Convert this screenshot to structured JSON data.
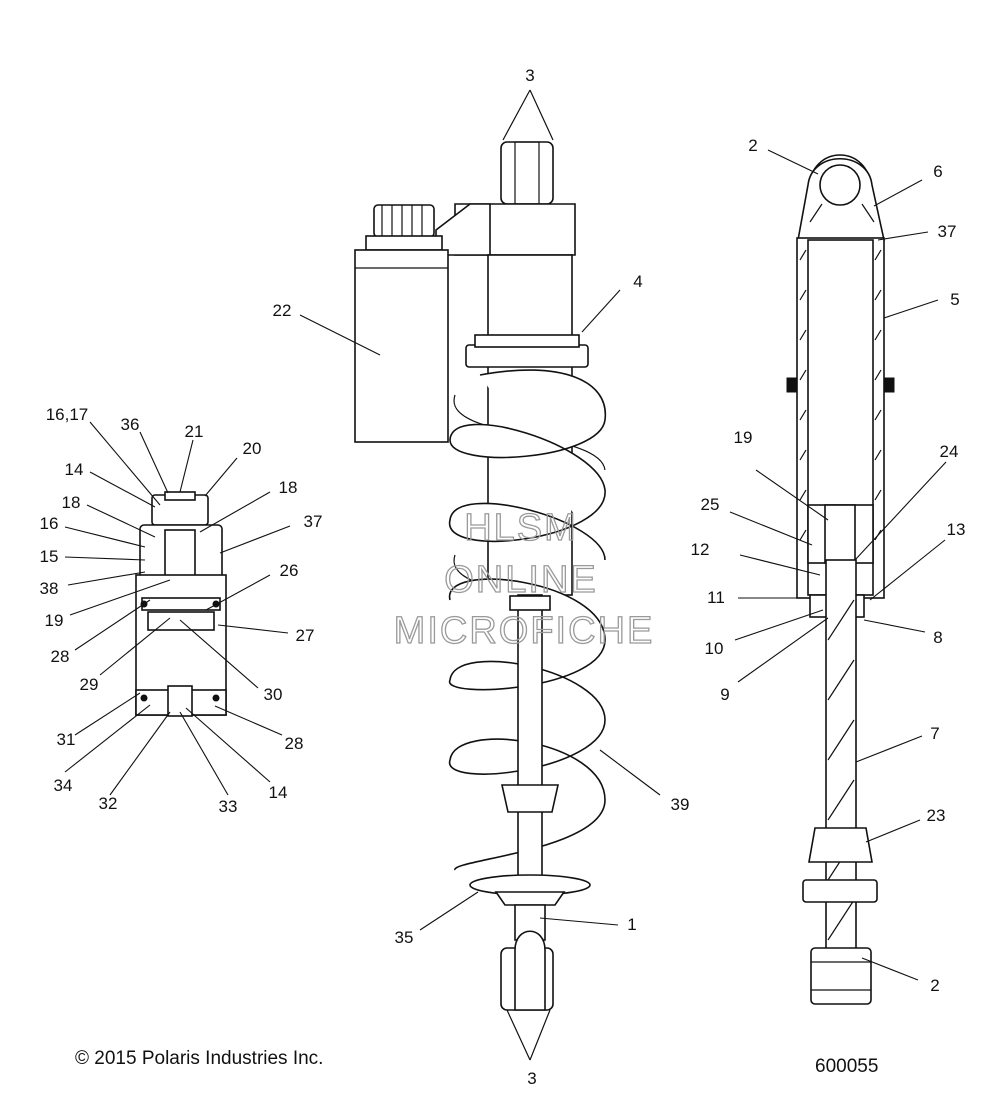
{
  "callouts": {
    "c1": "1",
    "c2a": "2",
    "c2b": "2",
    "c3a": "3",
    "c3b": "3",
    "c4": "4",
    "c5": "5",
    "c6": "6",
    "c7": "7",
    "c8": "8",
    "c9": "9",
    "c10": "10",
    "c11": "11",
    "c12": "12",
    "c13": "13",
    "c14a": "14",
    "c14b": "14",
    "c15": "15",
    "c16": "16",
    "c16_17": "16,17",
    "c18a": "18",
    "c18b": "18",
    "c19a": "19",
    "c19b": "19",
    "c20": "20",
    "c21": "21",
    "c22": "22",
    "c23": "23",
    "c24": "24",
    "c25": "25",
    "c26": "26",
    "c27": "27",
    "c28a": "28",
    "c28b": "28",
    "c29": "29",
    "c30": "30",
    "c31": "31",
    "c32": "32",
    "c33": "33",
    "c34": "34",
    "c35": "35",
    "c36": "36",
    "c37a": "37",
    "c37b": "37",
    "c38": "38",
    "c39": "39"
  },
  "watermark": {
    "line1": "HLSM",
    "line2": "ONLINE",
    "line3": "MICROFICHE"
  },
  "footer": {
    "copyright": "© 2015 Polaris Industries Inc.",
    "diagram_number": "600055"
  }
}
